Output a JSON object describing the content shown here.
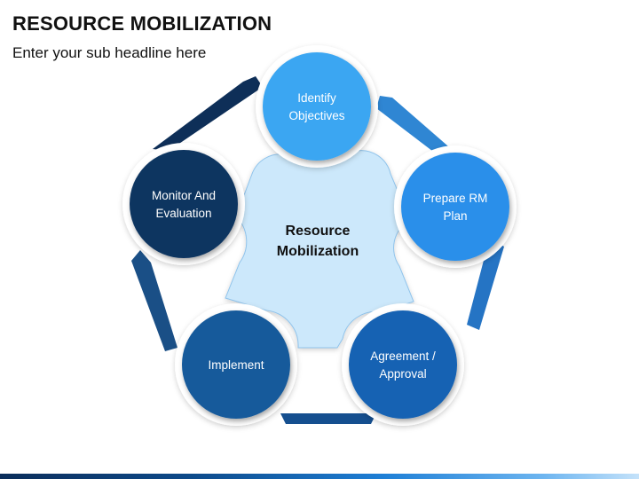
{
  "header": {
    "title": "RESOURCE MOBILIZATION",
    "subtitle": "Enter your sub headline here"
  },
  "diagram": {
    "center": {
      "line1": "Resource",
      "line2": "Mobilization",
      "fill": "#cce8fb"
    },
    "nodes": [
      {
        "line1": "Identify",
        "line2": "Objectives",
        "fill": "#3aa6f2"
      },
      {
        "line1": "Prepare RM",
        "line2": "Plan",
        "fill": "#2a8fea"
      },
      {
        "line1": "Agreement /",
        "line2": "Approval",
        "fill": "#1462b3"
      },
      {
        "line1": "Implement",
        "line2": "",
        "fill": "#155a9b"
      },
      {
        "line1": "Monitor And",
        "line2": "Evaluation",
        "fill": "#0c3461"
      }
    ],
    "connector_colors": [
      "#3a8ed8",
      "#2a7ccc",
      "#1a62a8",
      "#174d8a",
      "#0e2f58"
    ]
  }
}
